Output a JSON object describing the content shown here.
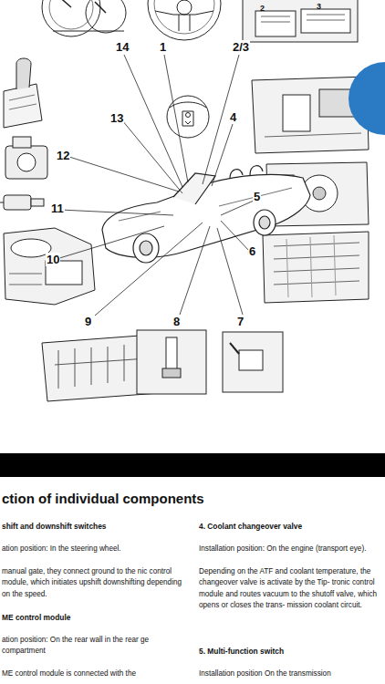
{
  "diagram": {
    "title": "ction of individual components",
    "labels": [
      "14",
      "1",
      "2/3",
      "4",
      "13",
      "12",
      "5",
      "11",
      "6",
      "10",
      "9",
      "8",
      "7",
      "2",
      "3",
      "shift and downshift switches",
      "ation position: In the steering wheel.",
      "manual gate, they connect ground to the nic control module, which initiates upshift downshifting depending on the speed.",
      "ME control module",
      "ation position: On the rear wall in the rear ge compartment",
      "ME control module is connected with the",
      "4. Coolant changeover valve",
      "Installation position: On the engine (transport eye).",
      "Depending on the ATF and coolant temperature, the changeover valve is activate by the Tip- tronic control module and routes vacuum to the shutoff valve, which opens or closes the trans- mission coolant circuit.",
      "5. Multi-function switch",
      "Installation position On the transmission"
    ]
  }
}
